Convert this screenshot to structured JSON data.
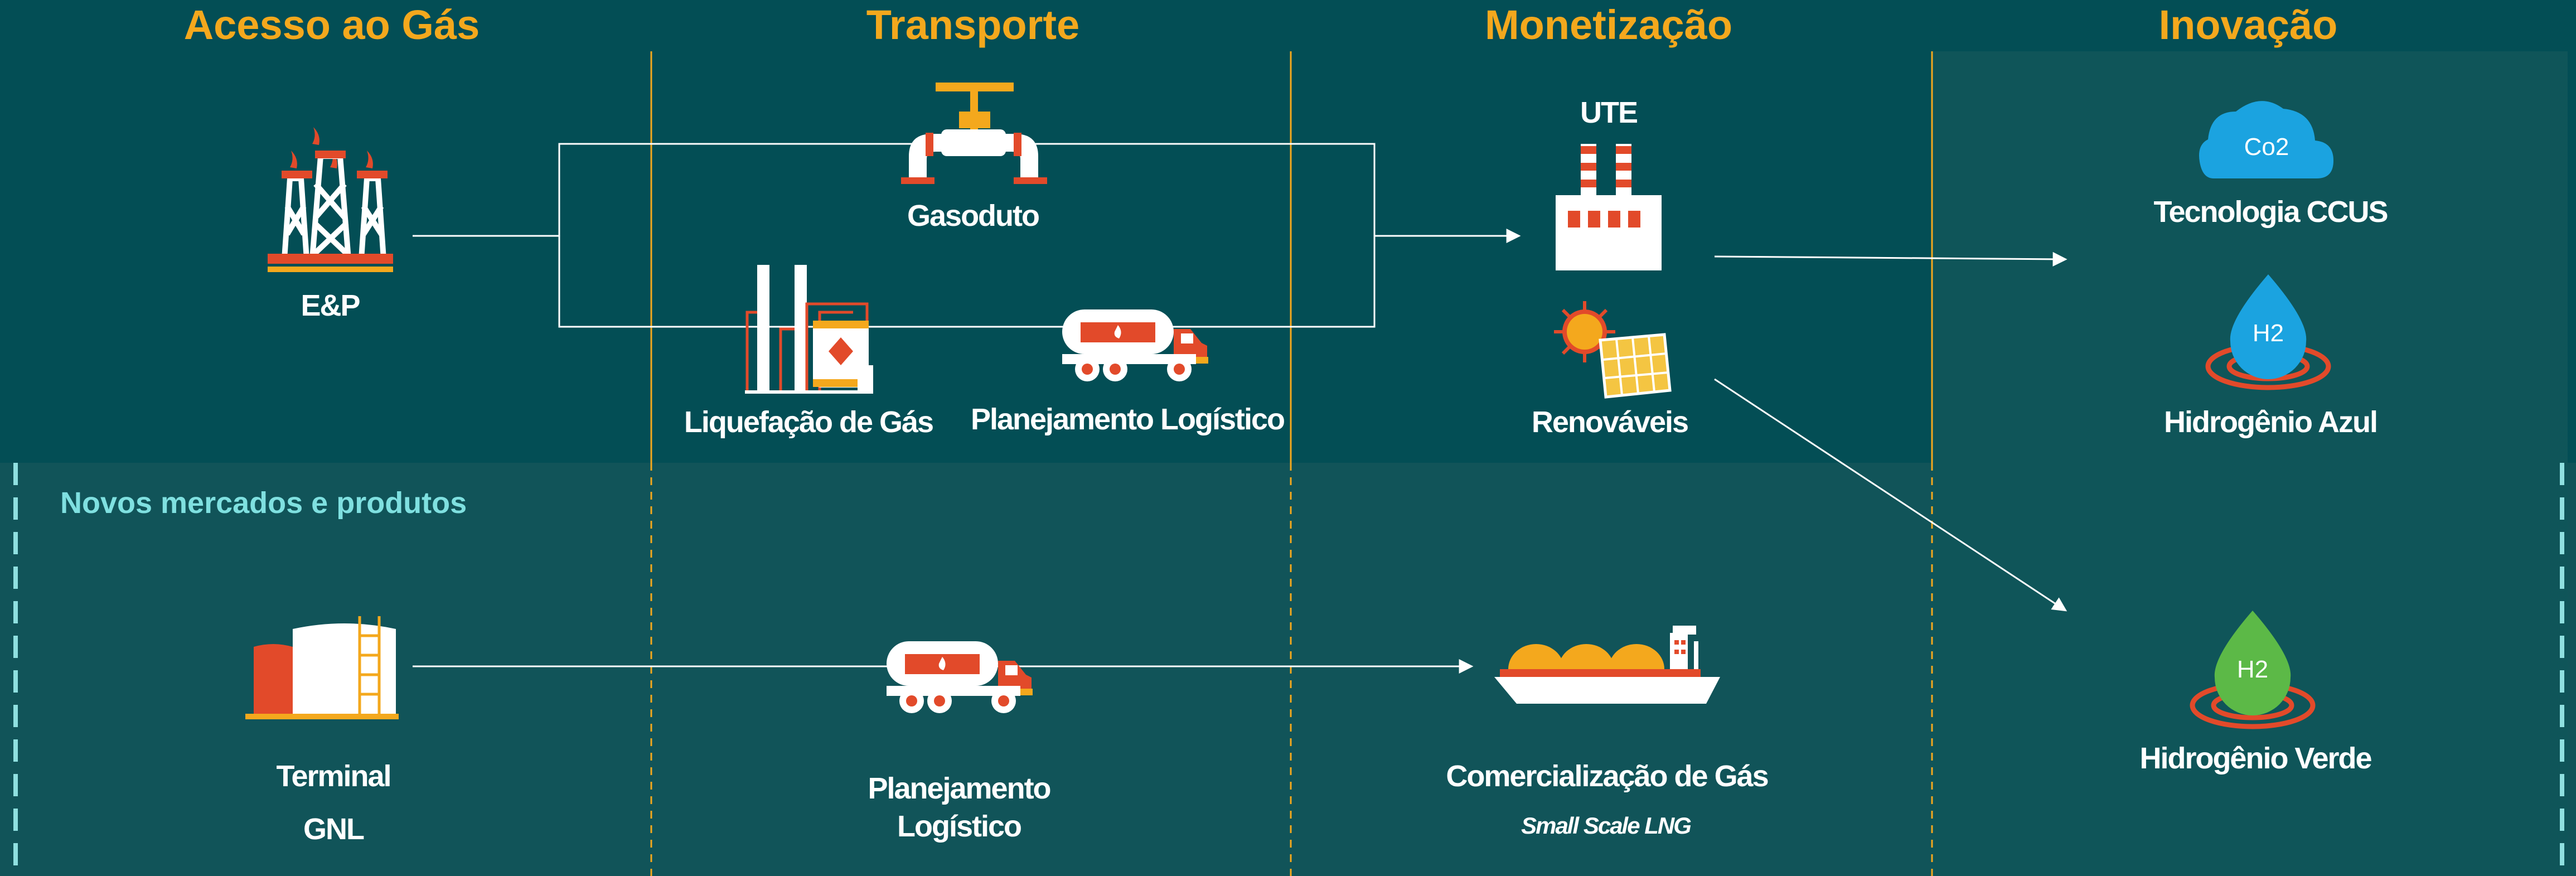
{
  "headers": {
    "access": "Acesso ao Gás",
    "transport": "Transporte",
    "monetization": "Monetização",
    "innovation": "Inovação"
  },
  "section_title": "Novos mercados e produtos",
  "labels": {
    "ep": "E&P",
    "gasoduto": "Gasoduto",
    "liquefacao": "Liquefação de Gás",
    "planejamento_top": "Planejamento Logístico",
    "ute": "UTE",
    "renovaveis": "Renováveis",
    "ccus": "Tecnologia CCUS",
    "h2_azul": "Hidrogênio Azul",
    "h2_verde": "Hidrogênio Verde",
    "terminal_l1": "Terminal",
    "terminal_l2": "GNL",
    "planejamento_l1": "Planejamento",
    "planejamento_l2": "Logístico",
    "comercializacao": "Comercialização de Gás",
    "small_scale": "Small Scale LNG"
  },
  "icon_text": {
    "co2": "Co2",
    "h2": "H2"
  },
  "colors": {
    "background_top": "#034e55",
    "background_bottom": "#115459",
    "accent": "#f4a81d",
    "red": "#e24a2a",
    "white": "#ffffff",
    "blue": "#1ba3e0",
    "green": "#5cb947"
  }
}
